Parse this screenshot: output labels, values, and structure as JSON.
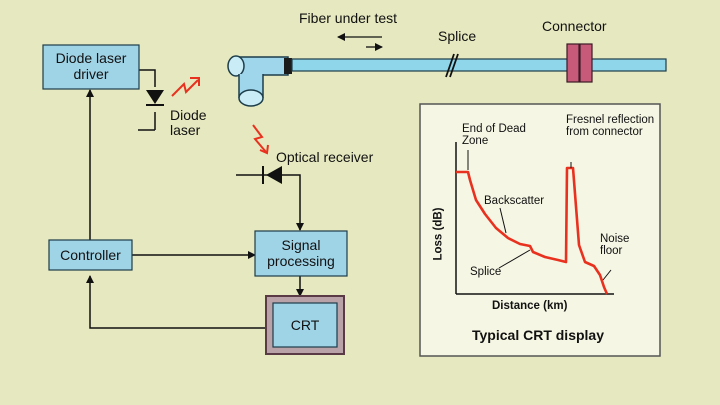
{
  "labels": {
    "diode_laser_driver": "Diode laser driver",
    "diode_laser": "Diode laser",
    "controller": "Controller",
    "signal_processing": "Signal processing",
    "crt": "CRT",
    "optical_receiver": "Optical receiver",
    "fiber_under_test": "Fiber under test",
    "splice": "Splice",
    "connector": "Connector"
  },
  "inset": {
    "title": "Typical CRT display",
    "y_axis": "Loss (dB)",
    "x_axis": "Distance (km)",
    "annotations": {
      "end_dead_zone": "End of Dead Zone",
      "fresnel": "Fresnel reflection from connector",
      "backscatter": "Backscatter",
      "splice": "Splice",
      "noise_floor": "Noise floor"
    }
  },
  "colors": {
    "background": "#e6e8bf",
    "box_fill": "#9fd3e6",
    "fiber": "#8fd6ea",
    "trace": "#e8321f",
    "connector": "#c75a78",
    "inset_bg": "#f6f6e4"
  }
}
